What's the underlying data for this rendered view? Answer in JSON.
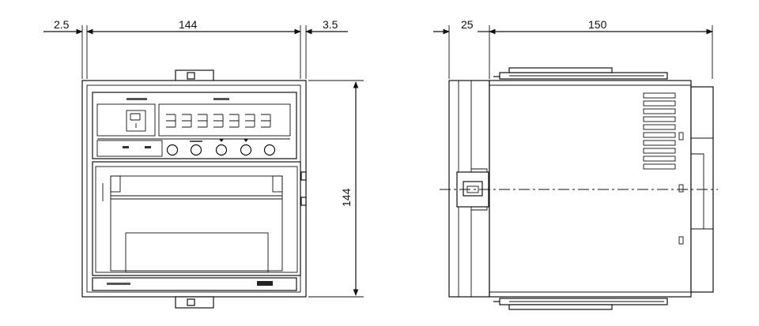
{
  "dimensions": {
    "front_left_margin": "2.5",
    "front_width": "144",
    "front_right_margin": "3.5",
    "front_height": "144",
    "side_bezel_depth": "25",
    "side_body_depth": "150"
  }
}
